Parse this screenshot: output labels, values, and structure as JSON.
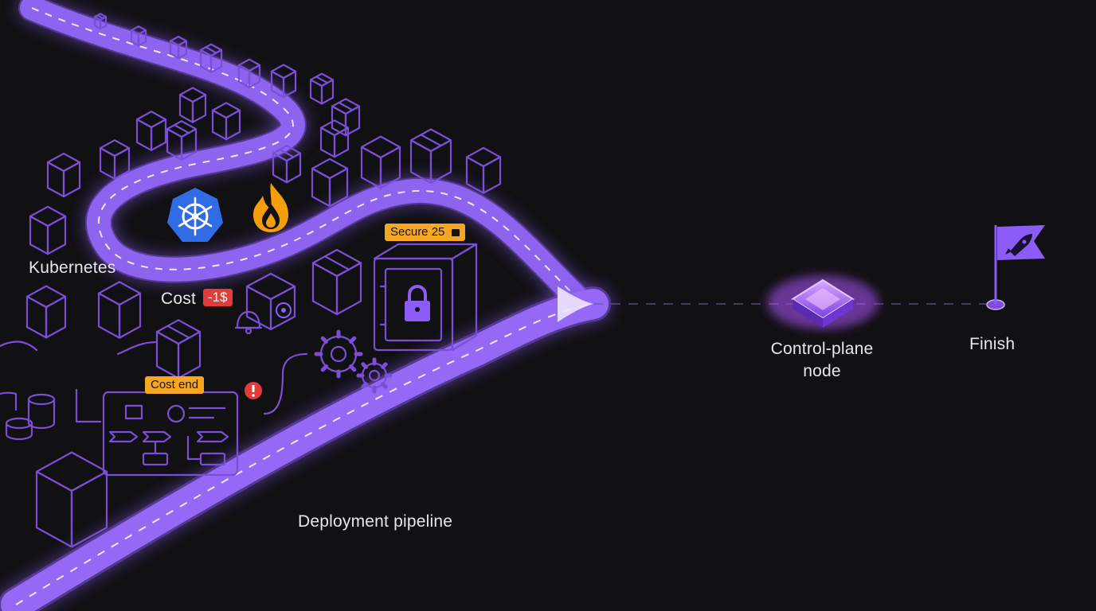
{
  "labels": {
    "kubernetes": "Kubernetes",
    "cost": "Cost",
    "control_plane_line1": "Control-plane",
    "control_plane_line2": "node",
    "finish": "Finish",
    "deployment_pipeline": "Deployment pipeline"
  },
  "badges": {
    "cost_delta": "-1$",
    "secure": "Secure 25",
    "cost_trend": "Cost  end"
  },
  "icons": {
    "kubernetes": "kubernetes-helm-icon",
    "fire": "fire-icon",
    "vault": "vault-lock-icon",
    "flag": "finish-flag-rocket-icon",
    "warning": "warning-icon",
    "node": "control-plane-node-icon",
    "gears": "gears-icon",
    "bell": "bell-icon",
    "lock_small": "lock-icon"
  },
  "colors": {
    "background": "#111013",
    "road": "#8b5cf6",
    "road_glow": "#a673ff",
    "outline": "#7a4fd6",
    "badge_amber": "#f5a623",
    "badge_red": "#e13b3b",
    "k8s_blue": "#326ce5",
    "fire_orange": "#f59e0b",
    "text": "#e8e6ee"
  }
}
